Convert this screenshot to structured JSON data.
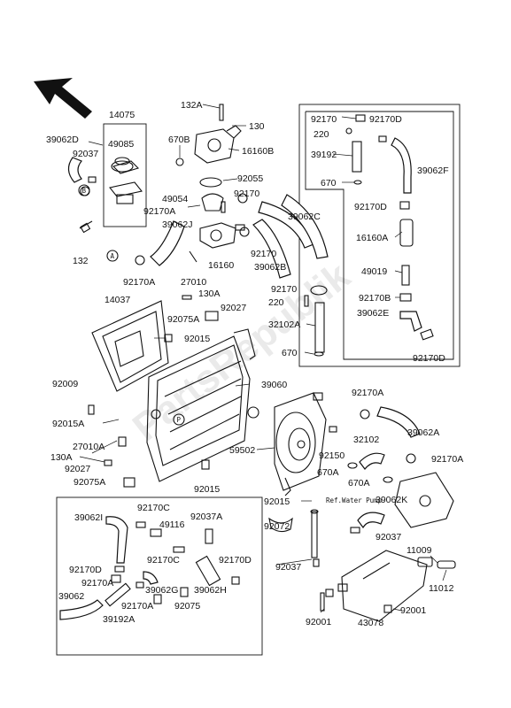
{
  "watermark": "PartsRepublik",
  "note_ref_water_pump": "Ref.Water Pump",
  "callouts": [
    "A",
    "B",
    "P"
  ],
  "labels": [
    {
      "id": "14075",
      "text": "14075"
    },
    {
      "id": "39062D",
      "text": "39062D"
    },
    {
      "id": "49085",
      "text": "49085"
    },
    {
      "id": "92037_tl",
      "text": "92037"
    },
    {
      "id": "670B",
      "text": "670B"
    },
    {
      "id": "132A",
      "text": "132A"
    },
    {
      "id": "130",
      "text": "130"
    },
    {
      "id": "16160B",
      "text": "16160B"
    },
    {
      "id": "92055",
      "text": "92055"
    },
    {
      "id": "49054",
      "text": "49054"
    },
    {
      "id": "92170_a",
      "text": "92170"
    },
    {
      "id": "92170A_a",
      "text": "92170A"
    },
    {
      "id": "39062J",
      "text": "39062J"
    },
    {
      "id": "39062C",
      "text": "39062C"
    },
    {
      "id": "132",
      "text": "132"
    },
    {
      "id": "16160",
      "text": "16160"
    },
    {
      "id": "92170_b",
      "text": "92170"
    },
    {
      "id": "39062B",
      "text": "39062B"
    },
    {
      "id": "92170A_b",
      "text": "92170A"
    },
    {
      "id": "27010",
      "text": "27010"
    },
    {
      "id": "92170_r1",
      "text": "92170"
    },
    {
      "id": "92170D_r1",
      "text": "92170D"
    },
    {
      "id": "220_r",
      "text": "220"
    },
    {
      "id": "39192",
      "text": "39192"
    },
    {
      "id": "39062F",
      "text": "39062F"
    },
    {
      "id": "670_r",
      "text": "670"
    },
    {
      "id": "92170D_r2",
      "text": "92170D"
    },
    {
      "id": "16160A",
      "text": "16160A"
    },
    {
      "id": "49019",
      "text": "49019"
    },
    {
      "id": "92170B",
      "text": "92170B"
    },
    {
      "id": "39062E",
      "text": "39062E"
    },
    {
      "id": "92170D_r3",
      "text": "92170D"
    },
    {
      "id": "14037",
      "text": "14037"
    },
    {
      "id": "130A_a",
      "text": "130A"
    },
    {
      "id": "92075A_a",
      "text": "92075A"
    },
    {
      "id": "92027_a",
      "text": "92027"
    },
    {
      "id": "92015_a",
      "text": "92015"
    },
    {
      "id": "92170_c",
      "text": "92170"
    },
    {
      "id": "220_c",
      "text": "220"
    },
    {
      "id": "32102A",
      "text": "32102A"
    },
    {
      "id": "670_c",
      "text": "670"
    },
    {
      "id": "92009",
      "text": "92009"
    },
    {
      "id": "92015A",
      "text": "92015A"
    },
    {
      "id": "39060",
      "text": "39060"
    },
    {
      "id": "92170A_c",
      "text": "92170A"
    },
    {
      "id": "39062A",
      "text": "39062A"
    },
    {
      "id": "27010A",
      "text": "27010A"
    },
    {
      "id": "130A_b",
      "text": "130A"
    },
    {
      "id": "92027_b",
      "text": "92027"
    },
    {
      "id": "92075A_b",
      "text": "92075A"
    },
    {
      "id": "59502",
      "text": "59502"
    },
    {
      "id": "92150",
      "text": "92150"
    },
    {
      "id": "32102",
      "text": "32102"
    },
    {
      "id": "92170A_d",
      "text": "92170A"
    },
    {
      "id": "670A_a",
      "text": "670A"
    },
    {
      "id": "670A_b",
      "text": "670A"
    },
    {
      "id": "92015_b",
      "text": "92015"
    },
    {
      "id": "92015_c",
      "text": "92015"
    },
    {
      "id": "39062K",
      "text": "39062K"
    },
    {
      "id": "92037_b",
      "text": "92037"
    },
    {
      "id": "92072",
      "text": "92072"
    },
    {
      "id": "92037_c",
      "text": "92037"
    },
    {
      "id": "11009",
      "text": "11009"
    },
    {
      "id": "11012",
      "text": "11012"
    },
    {
      "id": "92001_a",
      "text": "92001"
    },
    {
      "id": "92001_b",
      "text": "92001"
    },
    {
      "id": "43078",
      "text": "43078"
    },
    {
      "id": "39062I",
      "text": "39062I"
    },
    {
      "id": "92170C_a",
      "text": "92170C"
    },
    {
      "id": "92037A",
      "text": "92037A"
    },
    {
      "id": "49116",
      "text": "49116"
    },
    {
      "id": "92170C_b",
      "text": "92170C"
    },
    {
      "id": "92170D_b",
      "text": "92170D"
    },
    {
      "id": "92170D_c",
      "text": "92170D"
    },
    {
      "id": "92170A_e",
      "text": "92170A"
    },
    {
      "id": "39062G",
      "text": "39062G"
    },
    {
      "id": "39062H",
      "text": "39062H"
    },
    {
      "id": "39062_b",
      "text": "39062"
    },
    {
      "id": "92170A_f",
      "text": "92170A"
    },
    {
      "id": "92075",
      "text": "92075"
    },
    {
      "id": "39192A",
      "text": "39192A"
    }
  ]
}
